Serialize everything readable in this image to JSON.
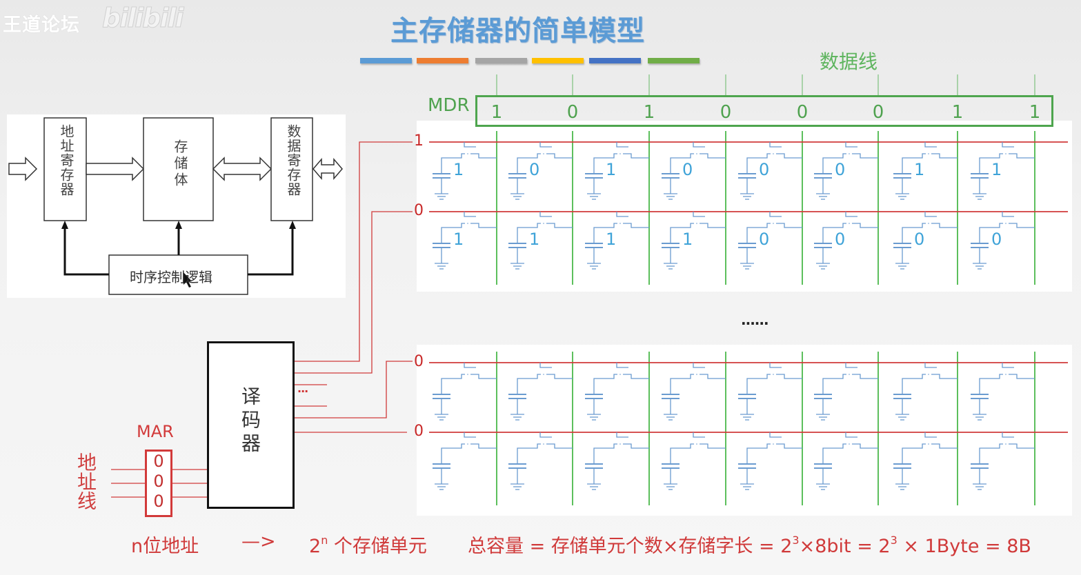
{
  "watermark": {
    "text": "王道论坛",
    "logo": "bilibili"
  },
  "title": "主存储器的简单模型",
  "color_bars": [
    "#5b9bd5",
    "#ed7d31",
    "#a5a5a5",
    "#ffc000",
    "#4472c4",
    "#70ad47"
  ],
  "colors": {
    "data_line": "#4ea54e",
    "word_line": "#d03a3a",
    "cell": "#6a9bd0",
    "cell_bit": "#3fa3d8",
    "address": "#d03a3a"
  },
  "block_diagram": {
    "address_register": "地址寄存器",
    "storage_body": "存储体",
    "data_register": "数据寄存器",
    "timing_control": "时序控制逻辑"
  },
  "data_line_label": "数据线",
  "mdr": {
    "label": "MDR",
    "bits": [
      "1",
      "0",
      "1",
      "0",
      "0",
      "0",
      "1",
      "1"
    ]
  },
  "memory_array": {
    "top_rows": [
      {
        "word_line": "1",
        "bits": [
          "1",
          "0",
          "1",
          "0",
          "0",
          "0",
          "1",
          "1"
        ]
      },
      {
        "word_line": "0",
        "bits": [
          "1",
          "1",
          "1",
          "1",
          "0",
          "0",
          "0",
          "0"
        ]
      }
    ],
    "ellipsis": "......",
    "bottom_rows": [
      {
        "word_line": "0",
        "bits": [
          "",
          "",
          "",
          "",
          "",
          "",
          "",
          ""
        ]
      },
      {
        "word_line": "0",
        "bits": [
          "",
          "",
          "",
          "",
          "",
          "",
          "",
          ""
        ]
      }
    ]
  },
  "decoder": {
    "label": "译码器",
    "ellipsis": "···"
  },
  "mar": {
    "label": "MAR",
    "bits": [
      "0",
      "0",
      "0"
    ]
  },
  "address_lines_label": "地址线",
  "formula": {
    "n_bits": "n位地址",
    "arrow": "—>",
    "units_base": "2",
    "units_exp": "n",
    "units_text": "个存储单元",
    "capacity_prefix": "总容量 = 存储单元个数×存储字长 = 2",
    "exp1": "3",
    "mid": "×8bit = 2",
    "exp2": "3",
    "suffix": " × 1Byte = 8B"
  }
}
